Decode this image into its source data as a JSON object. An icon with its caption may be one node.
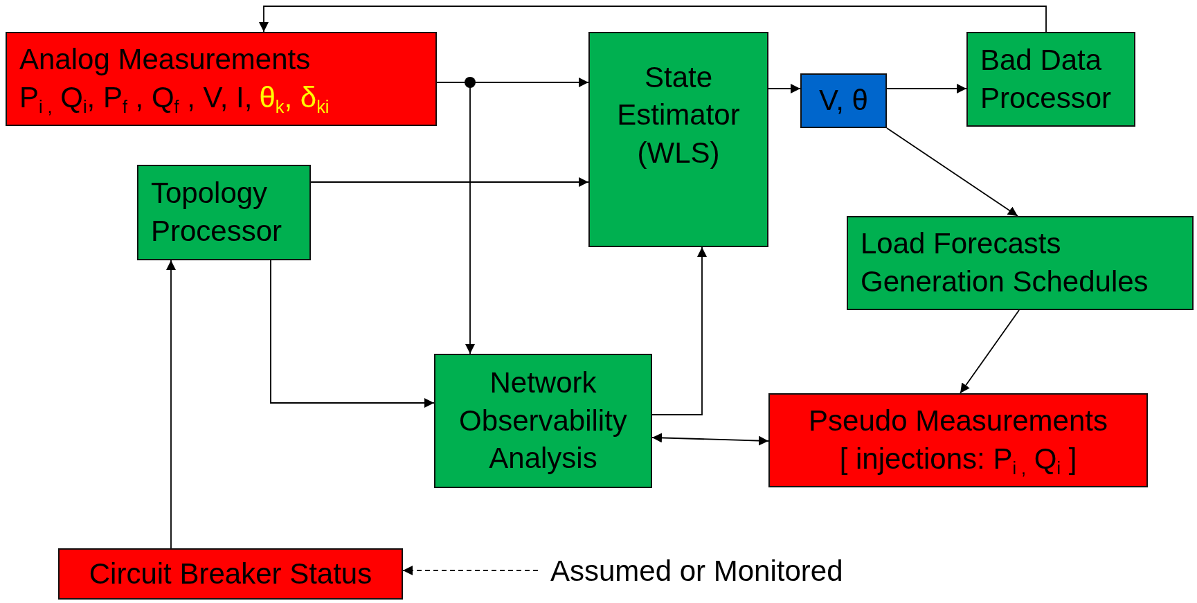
{
  "diagram": {
    "nodes": [
      {
        "text": [
          "Analog Measurements",
          "P$_{i ,}$ Q$_{i}$, P$_{f}$ , Q$_{f}$ , V, I,",
          "θ$_{k}$, δ$_{ki}$"
        ]
      },
      {
        "text": [
          "State Estimator (WLS)"
        ]
      },
      {
        "text": [
          "V, θ"
        ]
      },
      {
        "text": [
          "Bad Data Processor"
        ]
      },
      {
        "text": [
          "Topology Processor"
        ]
      },
      {
        "text": [
          "Load Forecasts Generation Schedules"
        ]
      },
      {
        "text": [
          "Network Observability Analysis"
        ]
      },
      {
        "text": [
          "Pseudo Measurements",
          "[ injections: P$_{i ,}$ Q$_{i}$ ]"
        ]
      },
      {
        "text": [
          "Circuit Breaker Status"
        ]
      },
      {
        "text": [
          "Assumed or Monitored"
        ]
      }
    ],
    "edges": [
      {
        "from": 0,
        "to": 1,
        "arrow": "to"
      },
      {
        "from": 0,
        "to": 6,
        "arrow": "to"
      },
      {
        "from": 1,
        "to": 2,
        "arrow": "to"
      },
      {
        "from": 2,
        "to": 3,
        "arrow": "to"
      },
      {
        "from": 3,
        "to": 0,
        "arrow": "to"
      },
      {
        "from": 4,
        "to": 1,
        "arrow": "to"
      },
      {
        "from": 4,
        "to": 6,
        "arrow": "to"
      },
      {
        "from": 8,
        "to": 4,
        "arrow": "to"
      },
      {
        "from": 2,
        "to": 5,
        "arrow": "to"
      },
      {
        "from": 5,
        "to": 7,
        "arrow": "to"
      },
      {
        "from": 6,
        "to": 1,
        "arrow": "to"
      },
      {
        "from": 6,
        "to": 7,
        "arrow": "both"
      },
      {
        "from": 9,
        "to": 8,
        "arrow": "to",
        "style": "dashed"
      }
    ]
  }
}
